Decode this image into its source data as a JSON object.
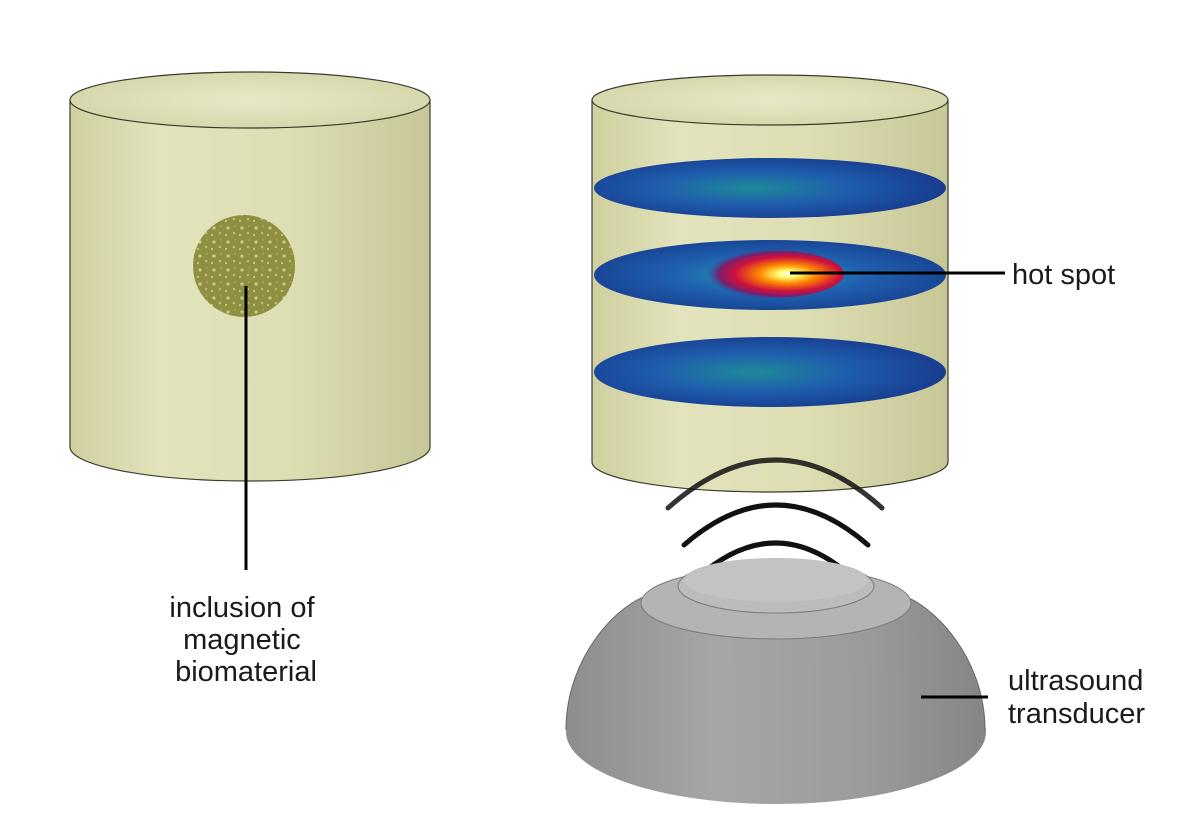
{
  "labels": {
    "inclusion": [
      "inclusion of",
      "magnetic",
      "biomaterial"
    ],
    "hot_spot": "hot spot",
    "transducer": [
      "ultrasound",
      "transducer"
    ]
  },
  "colors": {
    "phantom": "#dcdcb2",
    "inclusion": "#8a8c3a",
    "slice_cold": "#1a4fa0",
    "slice_warm": "#1e8c9a",
    "hot_core": "#ffff66",
    "hot_mid": "#ff7a00",
    "hot_outer": "#c8103a",
    "transducer": "#9a9a9a",
    "wave": "#111111",
    "leader": "#000000"
  }
}
